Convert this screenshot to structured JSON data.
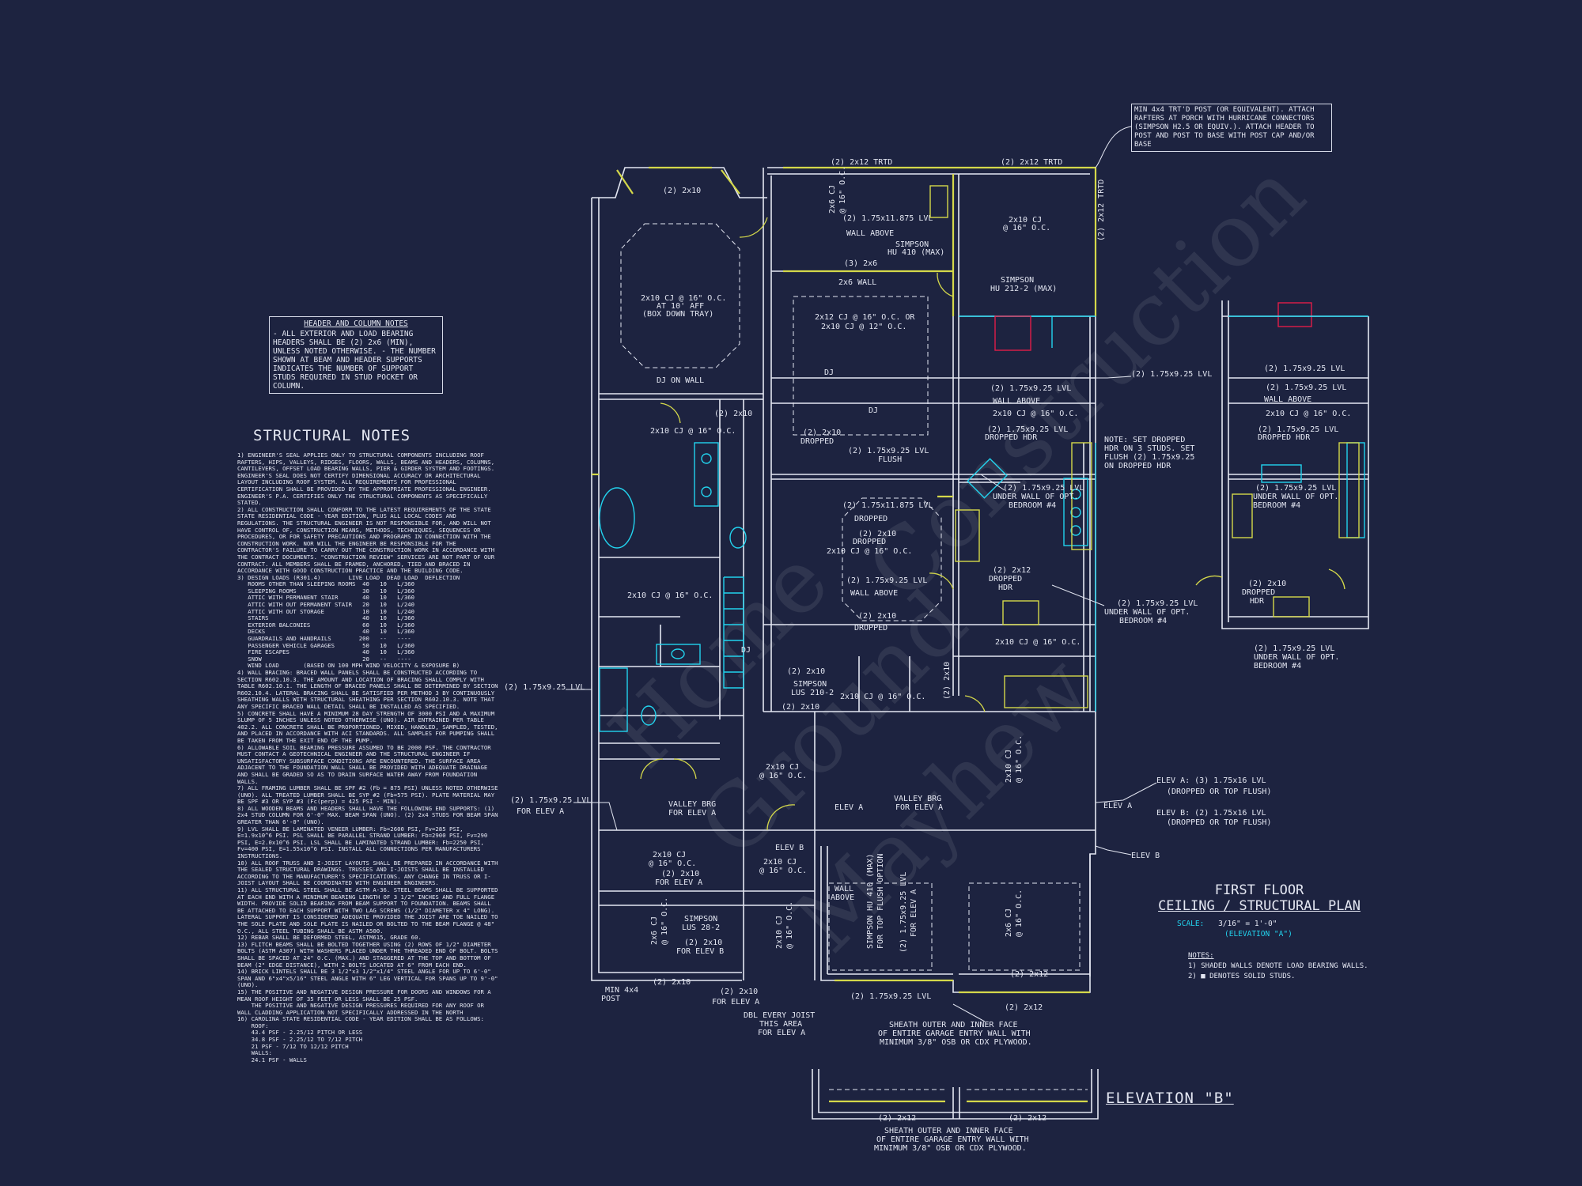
{
  "header_notes": {
    "title": "HEADER AND COLUMN NOTES",
    "text": "- ALL EXTERIOR AND LOAD BEARING HEADERS SHALL BE (2) 2x6 (MIN), UNLESS NOTED OTHERWISE. - THE NUMBER SHOWN AT BEAM AND HEADER SUPPORTS INDICATES THE NUMBER OF SUPPORT STUDS REQUIRED IN STUD POCKET OR COLUMN."
  },
  "structural_notes": {
    "title": "STRUCTURAL NOTES",
    "body": "1) ENGINEER'S SEAL APPLIES ONLY TO STRUCTURAL COMPONENTS INCLUDING ROOF RAFTERS, HIPS, VALLEYS, RIDGES, FLOORS, WALLS, BEAMS AND HEADERS, COLUMNS, CANTILEVERS, OFFSET LOAD BEARING WALLS, PIER & GIRDER SYSTEM AND FOOTINGS. ENGINEER'S SEAL DOES NOT CERTIFY DIMENSIONAL ACCURACY OR ARCHITECTURAL LAYOUT INCLUDING ROOF SYSTEM. ALL REQUIREMENTS FOR PROFESSIONAL CERTIFICATION SHALL BE PROVIDED BY THE APPROPRIATE PROFESSIONAL ENGINEER. ENGINEER'S P.A. CERTIFIES ONLY THE STRUCTURAL COMPONENTS AS SPECIFICALLY STATED.\n2) ALL CONSTRUCTION SHALL CONFORM TO THE LATEST REQUIREMENTS OF THE STATE STATE RESIDENTIAL CODE - YEAR EDITION, PLUS ALL LOCAL CODES AND REGULATIONS. THE STRUCTURAL ENGINEER IS NOT RESPONSIBLE FOR, AND WILL NOT HAVE CONTROL OF, CONSTRUCTION MEANS, METHODS, TECHNIQUES, SEQUENCES OR PROCEDURES, OR FOR SAFETY PRECAUTIONS AND PROGRAMS IN CONNECTION WITH THE CONSTRUCTION WORK. NOR WILL THE ENGINEER BE RESPONSIBLE FOR THE CONTRACTOR'S FAILURE TO CARRY OUT THE CONSTRUCTION WORK IN ACCORDANCE WITH THE CONTRACT DOCUMENTS. \"CONSTRUCTION REVIEW\" SERVICES ARE NOT PART OF OUR CONTRACT. ALL MEMBERS SHALL BE FRAMED, ANCHORED, TIED AND BRACED IN ACCORDANCE WITH GOOD CONSTRUCTION PRACTICE AND THE BUILDING CODE.\n3) DESIGN LOADS (R301.4)        LIVE LOAD  DEAD LOAD  DEFLECTION\n   ROOMS OTHER THAN SLEEPING ROOMS  40   10   L/360\n   SLEEPING ROOMS                   30   10   L/360\n   ATTIC WITH PERMANENT STAIR       40   10   L/360\n   ATTIC WITH OUT PERMANENT STAIR   20   10   L/240\n   ATTIC WITH OUT STORAGE           10   10   L/240\n   STAIRS                           40   10   L/360\n   EXTERIOR BALCONIES               60   10   L/360\n   DECKS                            40   10   L/360\n   GUARDRAILS AND HANDRAILS        200   --   ----\n   PASSENGER VEHICLE GARAGES        50   10   L/360\n   FIRE ESCAPES                     40   10   L/360\n   SNOW                             20   --   ----\n   WIND LOAD       (BASED ON 100 MPH WIND VELOCITY & EXPOSURE B)\n4) WALL BRACING: BRACED WALL PANELS SHALL BE CONSTRUCTED ACCORDING TO SECTION R602.10.3. THE AMOUNT AND LOCATION OF BRACING SHALL COMPLY WITH TABLE R602.10.1. THE LENGTH OF BRACED PANELS SHALL BE DETERMINED BY SECTION R602.10.4. LATERAL BRACING SHALL BE SATISFIED PER METHOD 3 BY CONTINUOUSLY SHEATHING WALLS WITH STRUCTURAL SHEATHING PER SECTION R602.10.3. NOTE THAT ANY SPECIFIC BRACED WALL DETAIL SHALL BE INSTALLED AS SPECIFIED.\n5) CONCRETE SHALL HAVE A MINIMUM 28 DAY STRENGTH OF 3000 PSI AND A MAXIMUM SLUMP OF 5 INCHES UNLESS NOTED OTHERWISE (UNO). AIR ENTRAINED PER TABLE 402.2. ALL CONCRETE SHALL BE PROPORTIONED, MIXED, HANDLED, SAMPLED, TESTED, AND PLACED IN ACCORDANCE WITH ACI STANDARDS. ALL SAMPLES FOR PUMPING SHALL BE TAKEN FROM THE EXIT END OF THE PUMP.\n6) ALLOWABLE SOIL BEARING PRESSURE ASSUMED TO BE 2000 PSF. THE CONTRACTOR MUST CONTACT A GEOTECHNICAL ENGINEER AND THE STRUCTURAL ENGINEER IF UNSATISFACTORY SUBSURFACE CONDITIONS ARE ENCOUNTERED. THE SURFACE AREA ADJACENT TO THE FOUNDATION WALL SHALL BE PROVIDED WITH ADEQUATE DRAINAGE AND SHALL BE GRADED SO AS TO DRAIN SURFACE WATER AWAY FROM FOUNDATION WALLS.\n7) ALL FRAMING LUMBER SHALL BE SPF #2 (Fb = 875 PSI) UNLESS NOTED OTHERWISE (UNO). ALL TREATED LUMBER SHALL BE SYP #2 (Fb=575 PSI). PLATE MATERIAL MAY BE SPF #3 OR SYP #3 (Fc(perp) = 425 PSI - MIN).\n8) ALL WOODEN BEAMS AND HEADERS SHALL HAVE THE FOLLOWING END SUPPORTS: (1) 2x4 STUD COLUMN FOR 6'-0\" MAX. BEAM SPAN (UNO). (2) 2x4 STUDS FOR BEAM SPAN GREATER THAN 6'-0\" (UNO).\n9) LVL SHALL BE LAMINATED VENEER LUMBER: Fb=2600 PSI, Fv=285 PSI, E=1.9x10^6 PSI. PSL SHALL BE PARALLEL STRAND LUMBER: Fb=2900 PSI, Fv=290 PSI, E=2.0x10^6 PSI. LSL SHALL BE LAMINATED STRAND LUMBER: Fb=2250 PSI, Fv=400 PSI, E=1.55x10^6 PSI. INSTALL ALL CONNECTIONS PER MANUFACTURERS INSTRUCTIONS.\n10) ALL ROOF TRUSS AND I-JOIST LAYOUTS SHALL BE PREPARED IN ACCORDANCE WITH THE SEALED STRUCTURAL DRAWINGS. TRUSSES AND I-JOISTS SHALL BE INSTALLED ACCORDING TO THE MANUFACTURER'S SPECIFICATIONS. ANY CHANGE IN TRUSS OR I-JOIST LAYOUT SHALL BE COORDINATED WITH ENGINEER ENGINEERS.\n11) ALL STRUCTURAL STEEL SHALL BE ASTM A-36. STEEL BEAMS SHALL BE SUPPORTED AT EACH END WITH A MINIMUM BEARING LENGTH OF 3 1/2\" INCHES AND FULL FLANGE WIDTH. PROVIDE SOLID BEARING FROM BEAM SUPPORT TO FOUNDATION. BEAMS SHALL BE ATTACHED TO EACH SUPPORT WITH TWO LAG SCREWS (1/2\" DIAMETER x 4\" LONG). LATERAL SUPPORT IS CONSIDERED ADEQUATE PROVIDED THE JOIST ARE TOE NAILED TO THE SOLE PLATE AND SOLE PLATE IS NAILED OR BOLTED TO THE BEAM FLANGE @ 48\" O.C., ALL STEEL TUBING SHALL BE ASTM A500.\n12) REBAR SHALL BE DEFORMED STEEL, ASTM615, GRADE 60.\n13) FLITCH BEAMS SHALL BE BOLTED TOGETHER USING (2) ROWS OF 1/2\" DIAMETER BOLTS (ASTM A307) WITH WASHERS PLACED UNDER THE THREADED END OF BOLT. BOLTS SHALL BE SPACED AT 24\" O.C. (MAX.) AND STAGGERED AT THE TOP AND BOTTOM OF BEAM (2\" EDGE DISTANCE), WITH 2 BOLTS LOCATED AT 6\" FROM EACH END.\n14) BRICK LINTELS SHALL BE 3 1/2\"x3 1/2\"x1/4\" STEEL ANGLE FOR UP TO 6'-0\" SPAN AND 6\"x4\"x5/16\" STEEL ANGLE WITH 6\" LEG VERTICAL FOR SPANS UP TO 9'-0\" (UNO).\n15) THE POSITIVE AND NEGATIVE DESIGN PRESSURE FOR DOORS AND WINDOWS FOR A MEAN ROOF HEIGHT OF 35 FEET OR LESS SHALL BE 25 PSF.\n    THE POSITIVE AND NEGATIVE DESIGN PRESSURES REQUIRED FOR ANY ROOF OR WALL CLADDING APPLICATION NOT SPECIFICALLY ADDRESSED IN THE NORTH\n16) CAROLINA STATE RESIDENTIAL CODE - YEAR EDITION SHALL BE AS FOLLOWS:\n    ROOF:\n    43.4 PSF - 2.25/12 PITCH OR LESS\n    34.8 PSF - 2.25/12 TO 7/12 PITCH\n    21 PSF - 7/12 TO 12/12 PITCH\n    WALLS:\n    24.1 PSF - WALLS"
  },
  "porch_note": "MIN 4x4 TRT'D POST (OR EQUIVALENT). ATTACH RAFTERS AT PORCH WITH HURRICANE CONNECTORS (SIMPSON H2.5 OR EQUIV.). ATTACH HEADER TO POST AND POST TO BASE WITH POST CAP AND/OR BASE",
  "plan": {
    "title_line1": "FIRST FLOOR",
    "title_line2": "CEILING / STRUCTURAL PLAN",
    "scale_label": "SCALE:",
    "scale_value": "3/16\" = 1'-0\"",
    "elevation": "(ELEVATION \"A\")",
    "notes_title": "NOTES:",
    "note1": "1) SHADED WALLS DENOTE LOAD BEARING WALLS.",
    "note2": "2) ■ DENOTES SOLID STUDS."
  },
  "elevation_b_title": "ELEVATION \"B\"",
  "labels": {
    "top_2x10": "(2) 2x10",
    "top_trtd_1": "(2) 2x12 TRTD",
    "top_trtd_2": "(2) 2x12 TRTD",
    "trtd_vert": "(2) 2x12 TRTD",
    "cj_tray_1": "2x10 CJ @ 16\" O.C.",
    "cj_tray_2": "AT 10' AFF",
    "cj_tray_3": "(BOX DOWN TRAY)",
    "dj_on_wall": "DJ ON WALL",
    "lvl_11875": "(2) 1.75x11.875 LVL",
    "wall_above_1": "WALL ABOVE",
    "simpson_hu410": "SIMPSON",
    "simpson_hu410b": "HU 410 (MAX)",
    "cj_2x6": "2x6 CJ",
    "cj_2x6b": "@ 16\" O.C.",
    "cj_2x10_16": "2x10 CJ",
    "cj_2x10_16b": "@ 16\" O.C.",
    "two_2x6": "(3) 2x6",
    "wall_2x6": "2x6 WALL",
    "simpson_hu212": "SIMPSON",
    "simpson_hu212b": "HU 212-2 (MAX)",
    "cj_2x12_16": "2x12 CJ @ 16\" O.C. OR",
    "cj_2x12_12": "2x10 CJ @ 12\" O.C.",
    "dj": "DJ",
    "dj2": "DJ",
    "dj3": "DJ",
    "lvl_925_a": "(2) 1.75x9.25 LVL",
    "wall_above_2": "WALL ABOVE",
    "cj_2x10_c": "2x10 CJ @ 16\" O.C.",
    "lvl_drop_hdr": "(2) 1.75x9.25 LVL",
    "lvl_drop_hdr_b": "DROPPED HDR",
    "lvl_925_right": "(2) 1.75x9.25 LVL",
    "note_dropped_1": "NOTE: SET DROPPED",
    "note_dropped_2": "HDR ON 3 STUDS. SET",
    "note_dropped_3": "FLUSH (2) 1.75x9.25",
    "note_dropped_4": "ON DROPPED HDR",
    "cj_master_bath": "2x10 CJ @ 16\" O.C.",
    "two_2x10_a": "(2) 2x10",
    "two_2x10_dropped": "(2) 2x10",
    "dropped": "DROPPED",
    "lvl_flush": "(2) 1.75x9.25 LVL",
    "flush": "FLUSH",
    "under_wall_1": "(2) 1.75x9.25 LVL",
    "under_wall_1b": "UNDER WALL OF OPT.",
    "under_wall_1c": "BEDROOM #4",
    "lvl_11875_drop": "(2) 1.75x11.875 LVL",
    "dropped2": "DROPPED",
    "two_2x10_drop2": "(2) 2x10",
    "dropped3": "DROPPED",
    "cj_great": "2x10 CJ @ 16\" O.C.",
    "lvl_925_wall": "(2) 1.75x9.25 LVL",
    "wall_above_3": "WALL ABOVE",
    "two_2x10_drop3": "(2) 2x10",
    "dropped4": "DROPPED",
    "cj_closet": "2x10 CJ @ 16\" O.C.",
    "two_2x12_drop": "(2) 2x12",
    "dropped5": "DROPPED",
    "hdr": "HDR",
    "under_wall_2": "(2) 1.75x9.25 LVL",
    "under_wall_2b": "UNDER WALL OF OPT.",
    "under_wall_2c": "BEDROOM #4",
    "cj_kitchen": "2x10 CJ @ 16\" O.C.",
    "two_2x10_stair": "(2) 2x10",
    "simpson_lus": "SIMPSON",
    "simpson_lusb": "LUS 210-2",
    "two_2x10_stair2": "(2) 2x10",
    "cj_pantry": "2x10 CJ @ 16\" O.C.",
    "two_2x10_v": "(2) 2x10",
    "dj4": "DJ",
    "lvl_left": "(2) 1.75x9.25 LVL",
    "cj_foyer": "2x10 CJ",
    "cj_foyerb": "@ 16\" O.C.",
    "cj_2x10_v_great": "2x10 CJ",
    "cj_2x10_v_greatb": "@ 16\" O.C.",
    "lvl_elev_a": "(2) 1.75x9.25 LVL",
    "lvl_elev_ab": "FOR ELEV A",
    "valley_1": "VALLEY BRG",
    "valley_1b": "FOR ELEV A",
    "elev_a_1": "ELEV A",
    "valley_2": "VALLEY BRG",
    "valley_2b": "FOR ELEV A",
    "elev_a_r": "ELEV A",
    "elev_b_r": "ELEV B",
    "elev_a_lvl": "ELEV A: (3) 1.75x16 LVL",
    "elev_a_lvl2": "(DROPPED OR TOP FLUSH)",
    "elev_b_lvl": "ELEV B: (2) 1.75x16 LVL",
    "elev_b_lvl2": "(DROPPED OR TOP FLUSH)",
    "elev_b_1": "ELEV B",
    "cj_dining": "2x10 CJ",
    "cj_diningb": "@ 16\" O.C.",
    "two_2x10_elev": "(2) 2x10",
    "two_2x10_elevb": "FOR ELEV A",
    "cj_study": "2x10 CJ",
    "cj_studyb": "@ 16\" O.C.",
    "simpson_lus28": "SIMPSON",
    "simpson_lus28b": "LUS 28-2",
    "cj_study_v": "2x6 CJ",
    "cj_study_vb": "@ 16\" O.C.",
    "two_2x10_elevb_2": "(2) 2x10",
    "for_elev_b": "FOR ELEV B",
    "cj_study_v2": "2x10 CJ",
    "cj_study_v2b": "@ 16\" O.C.",
    "two_2x10_bot": "(2) 2x10",
    "min_post": "MIN 4x4",
    "min_postb": "POST",
    "two_2x10_bot2": "(2) 2x10",
    "two_2x10_bot2b": "FOR ELEV A",
    "dbl_joist": "DBL EVERY JOIST",
    "dbl_joist2": "THIS AREA",
    "dbl_joist3": "FOR ELEV A",
    "simpson_hu_garage": "SIMPSON HU 410 (MAX)",
    "simpson_hu_garage2": "FOR TOP FLUSH OPTION",
    "lvl_garage_v": "(2) 1.75x9.25 LVL",
    "lvl_garage_v2": "FOR ELEV A",
    "wall_above_4": "WALL",
    "wall_above_4b": "ABOVE",
    "cj_garage": "2x6 CJ",
    "cj_garageb": "@ 16\" O.C.",
    "lvl_garage_bot": "(2) 1.75x9.25 LVL",
    "two_2x12_g1": "(2) 2x12",
    "two_2x12_g2": "(2) 2x12",
    "sheath_1": "SHEATH OUTER AND INNER FACE",
    "sheath_2": "OF ENTIRE GARAGE ENTRY WALL WITH",
    "sheath_3": "MINIMUM 3/8\" OSB OR CDX PLYWOOD.",
    "elev_b_2x12_1": "(2) 2x12",
    "elev_b_2x12_2": "(2) 2x12",
    "elev_b_sheath_1": "SHEATH OUTER AND INNER FACE",
    "elev_b_sheath_2": "OF ENTIRE GARAGE ENTRY WALL WITH",
    "elev_b_sheath_3": "MINIMUM 3/8\" OSB OR CDX PLYWOOD.",
    "opt_lvl_1": "(2) 1.75x9.25 LVL",
    "opt_lvl_2": "(2) 1.75x9.25 LVL",
    "opt_wall_above": "WALL ABOVE",
    "opt_cj": "2x10 CJ @ 16\" O.C.",
    "opt_drop_1": "(2) 1.75x9.25 LVL",
    "opt_drop_1b": "DROPPED HDR",
    "opt_under_1": "(2) 1.75x9.25 LVL",
    "opt_under_1b": "UNDER WALL OF OPT.",
    "opt_under_1c": "BEDROOM #4",
    "opt_2x10": "(2) 2x10",
    "opt_2x10b": "DROPPED",
    "opt_2x10c": "HDR",
    "opt_under_2": "(2) 1.75x9.25 LVL",
    "opt_under_2b": "UNDER WALL OF OPT.",
    "opt_under_2c": "BEDROOM #4"
  },
  "watermark": [
    "Home",
    "Ground",
    "Construction",
    "Mayhew"
  ],
  "colors": {
    "background": "#1d2340",
    "linework": "#e4e7f2",
    "accent_cyan": "#22d3ee",
    "load_bearing_yellow": "#d4d84a",
    "fixture_red": "#e11d48"
  }
}
